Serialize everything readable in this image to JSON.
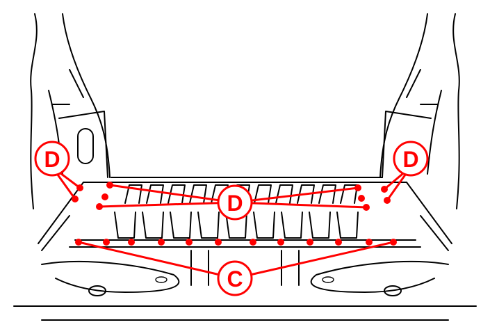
{
  "callouts": {
    "left_d": "D",
    "center_d": "D",
    "right_d": "D",
    "bottom_c": "C"
  },
  "colors": {
    "marker": "#ff0000",
    "line_art": "#000000"
  }
}
